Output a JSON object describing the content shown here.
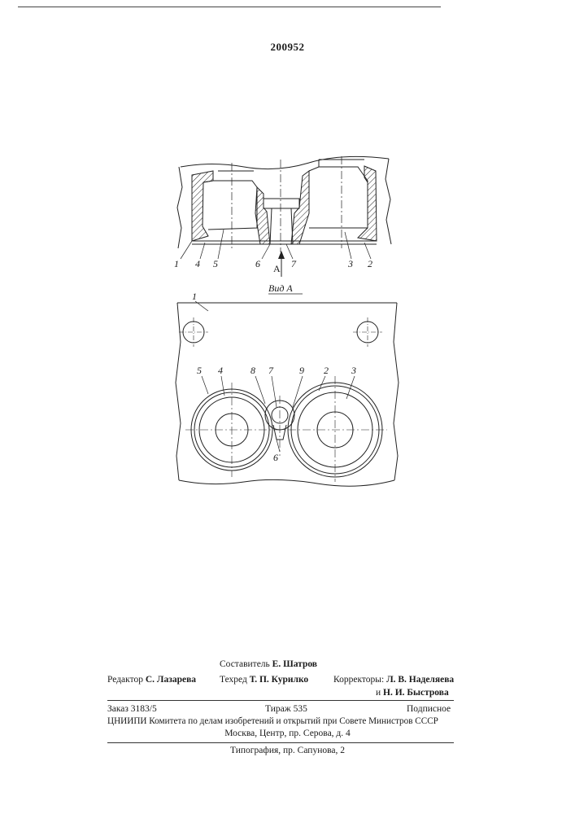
{
  "patent_number": "200952",
  "figure_labels": {
    "section": {
      "n1": "1",
      "n4": "4",
      "n5": "5",
      "n6": "6",
      "arrow": "A",
      "n7": "7",
      "n3": "3",
      "n2": "2"
    },
    "view_title": "Вид А",
    "plan": {
      "n1": "1",
      "n5": "5",
      "n4": "4",
      "n8": "8",
      "n7": "7",
      "n9": "9",
      "n2": "2",
      "n3": "3",
      "n6": "6"
    }
  },
  "credits": {
    "compiler_label": "Составитель",
    "compiler_name": "Е. Шатров",
    "editor_label": "Редактор",
    "editor_name": "С. Лазарева",
    "techred_label": "Техред",
    "techred_name": "Т. П. Курилко",
    "correctors_label": "Корректоры:",
    "corrector1": "Л. В. Наделяева",
    "corrector2_prefix": "и",
    "corrector2": "Н. И. Быстрова"
  },
  "imprint": {
    "order": "Заказ 3183/5",
    "run": "Тираж 535",
    "subscription": "Подписное",
    "org": "ЦНИИПИ Комитета по делам изобретений и открытий при Совете Министров СССР",
    "address": "Москва, Центр, пр. Серова, д. 4",
    "printer": "Типография, пр. Сапунова, 2"
  }
}
